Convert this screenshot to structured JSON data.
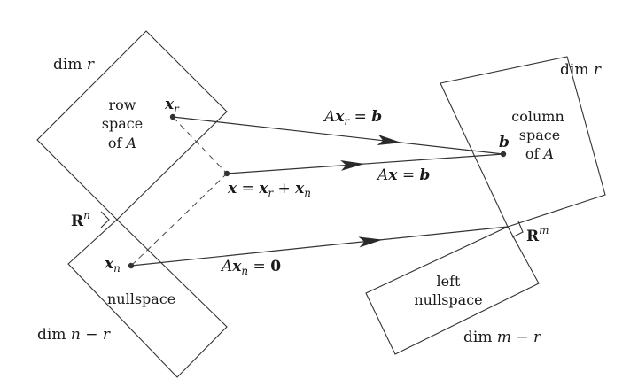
{
  "diagram": {
    "left": {
      "row_dim": {
        "prefix": "dim ",
        "var": "r"
      },
      "row_space": {
        "line1": "row",
        "line2": "space",
        "line3_prefix": "of ",
        "line3_var": "A"
      },
      "rn": {
        "base": "R",
        "sup": "n"
      },
      "nullspace": "nullspace",
      "null_dim": {
        "prefix": "dim ",
        "expr": "n − r"
      }
    },
    "right": {
      "col_dim": {
        "prefix": "dim ",
        "var": "r"
      },
      "column_space": {
        "line1": "column",
        "line2": "space",
        "line3_prefix": "of ",
        "line3_var": "A"
      },
      "rm": {
        "base": "R",
        "sup": "m"
      },
      "left_nullspace": {
        "line1": "left",
        "line2": "nullspace"
      },
      "left_null_dim": {
        "prefix": "dim ",
        "expr": "m − r"
      }
    },
    "points": {
      "xr": {
        "base": "x",
        "sub": "r"
      },
      "xn": {
        "base": "x",
        "sub": "n"
      },
      "x_eq": {
        "lhs": "x",
        "eq": " = ",
        "t1": "x",
        "s1": "r",
        "plus": " + ",
        "t2": "x",
        "s2": "n"
      },
      "b": "b"
    },
    "equations": {
      "axr": {
        "A": "A",
        "x": "x",
        "sub": "r",
        "eq": " = ",
        "rhs": "b"
      },
      "ax": {
        "A": "A",
        "x": "x",
        "eq": " = ",
        "rhs": "b"
      },
      "axn": {
        "A": "A",
        "x": "x",
        "sub": "n",
        "eq": " = ",
        "rhs": "0"
      }
    }
  }
}
